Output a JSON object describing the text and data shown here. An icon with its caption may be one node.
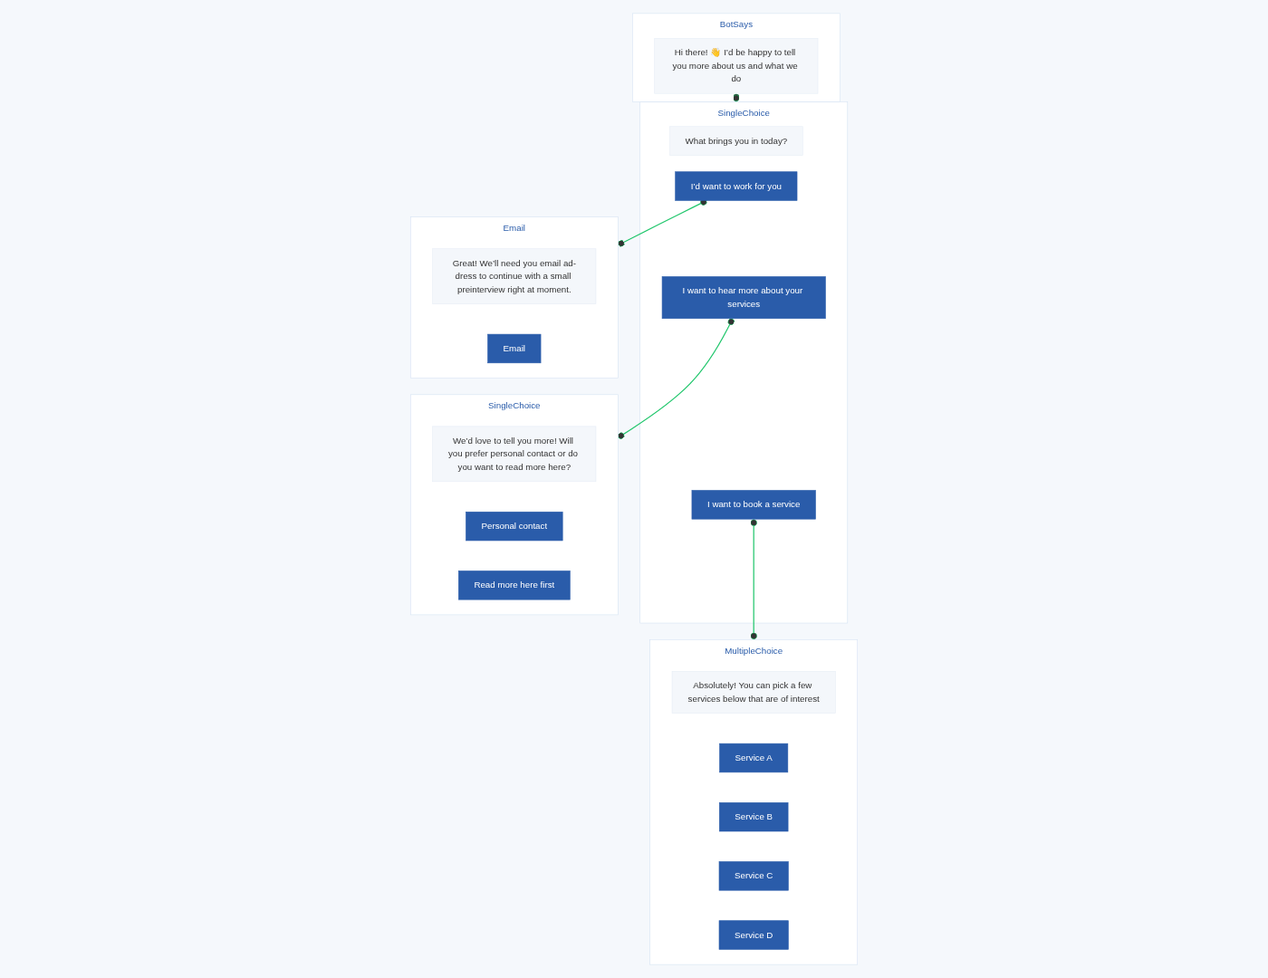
{
  "diagram": {
    "nodes": [
      {
        "text": [
          "BotSays"
        ]
      },
      {
        "text": [
          "Hi there! 👋 I’d be happy to tell you more about us and what we do"
        ],
        "in": 0
      },
      {
        "text": [
          "SingleChoice"
        ]
      },
      {
        "text": [
          "What brings you in today?"
        ],
        "in": 2
      },
      {
        "text": [
          "I’d want to work for you"
        ],
        "in": 2
      },
      {
        "text": [
          "I want to hear more about your services"
        ],
        "in": 2
      },
      {
        "text": [
          "I want to book a service"
        ],
        "in": 2
      },
      {
        "text": [
          "MultipleChoice"
        ]
      },
      {
        "text": [
          "Absolutely! You can pick a few services below that are of interest"
        ],
        "in": 7
      },
      {
        "text": [
          "Service A"
        ],
        "in": 7
      },
      {
        "text": [
          "Service B"
        ],
        "in": 7
      },
      {
        "text": [
          "Service C"
        ],
        "in": 7
      },
      {
        "text": [
          "Service D"
        ],
        "in": 7
      },
      {
        "text": [
          "SingleChoice"
        ]
      },
      {
        "text": [
          "We’d love to tell you more! Will you prefer personal contact or do you want to read more here?"
        ],
        "in": 13
      },
      {
        "text": [
          "Personal contact"
        ],
        "in": 13
      },
      {
        "text": [
          "Read more here first"
        ],
        "in": 13
      },
      {
        "text": [
          "Email"
        ]
      },
      {
        "text": [
          "Great! We’ll need you email ad-dress to continue with a small preinterview right at moment."
        ],
        "in": 17
      },
      {
        "text": [
          "Email"
        ],
        "in": 17
      }
    ],
    "edges": [
      {
        "from": 1,
        "to": 2,
        "arrow": "other"
      },
      {
        "from": 4,
        "to": 17,
        "arrow": "other"
      },
      {
        "from": 5,
        "to": 13,
        "arrow": "other"
      },
      {
        "from": 6,
        "to": 7,
        "arrow": "other"
      }
    ]
  }
}
